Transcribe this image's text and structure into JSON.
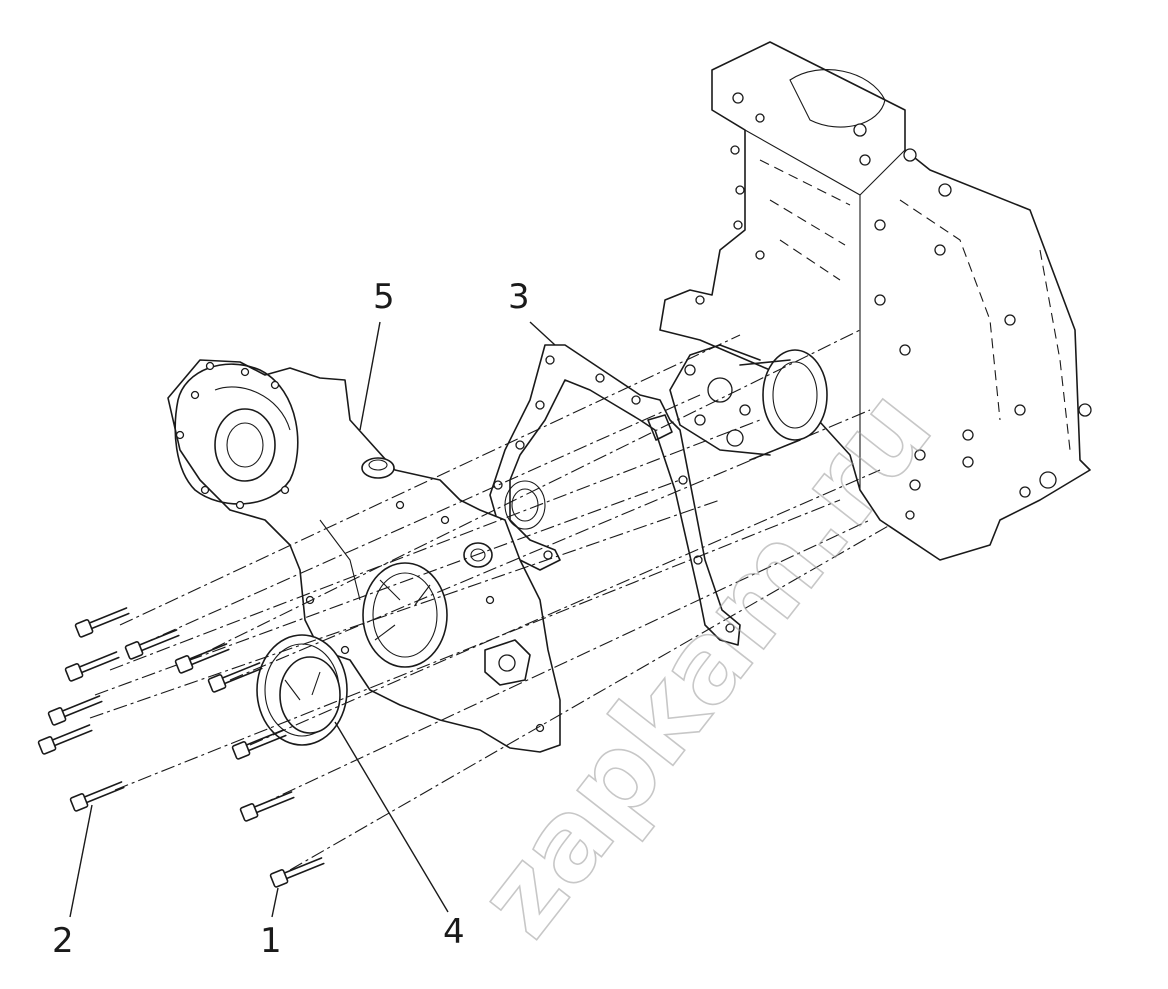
{
  "callouts": [
    {
      "number": "1"
    },
    {
      "number": "2"
    },
    {
      "number": "3"
    },
    {
      "number": "4"
    },
    {
      "number": "5"
    }
  ],
  "watermark": {
    "text": "zapkam.ru"
  }
}
